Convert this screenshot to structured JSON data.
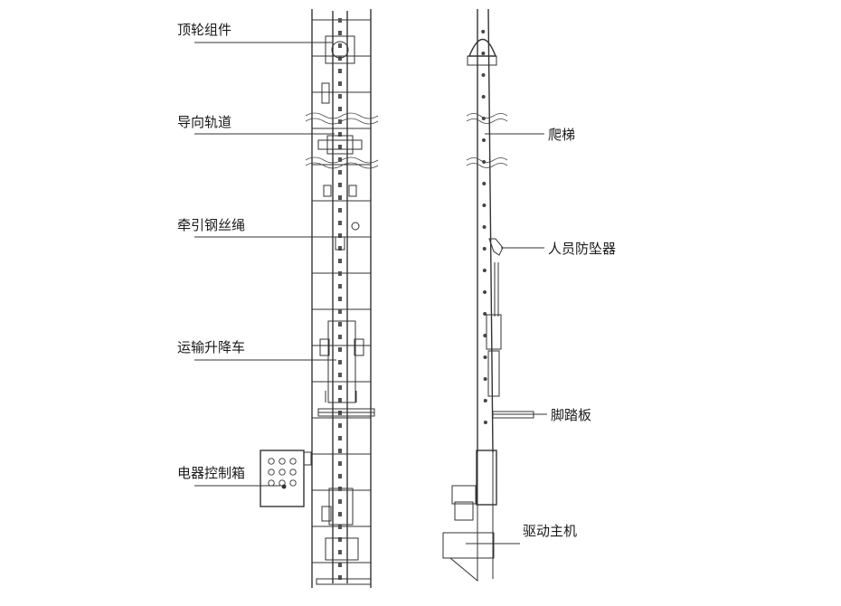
{
  "labels": {
    "top_pulley": "顶轮组件",
    "guide_rail": "导向轨道",
    "traction_rope": "牵引钢丝绳",
    "transport_car": "运输升降车",
    "control_box": "电器控制箱",
    "ladder": "爬梯",
    "fall_arrester": "人员防坠器",
    "footboard": "脚踏板",
    "drive_unit": "驱动主机"
  }
}
